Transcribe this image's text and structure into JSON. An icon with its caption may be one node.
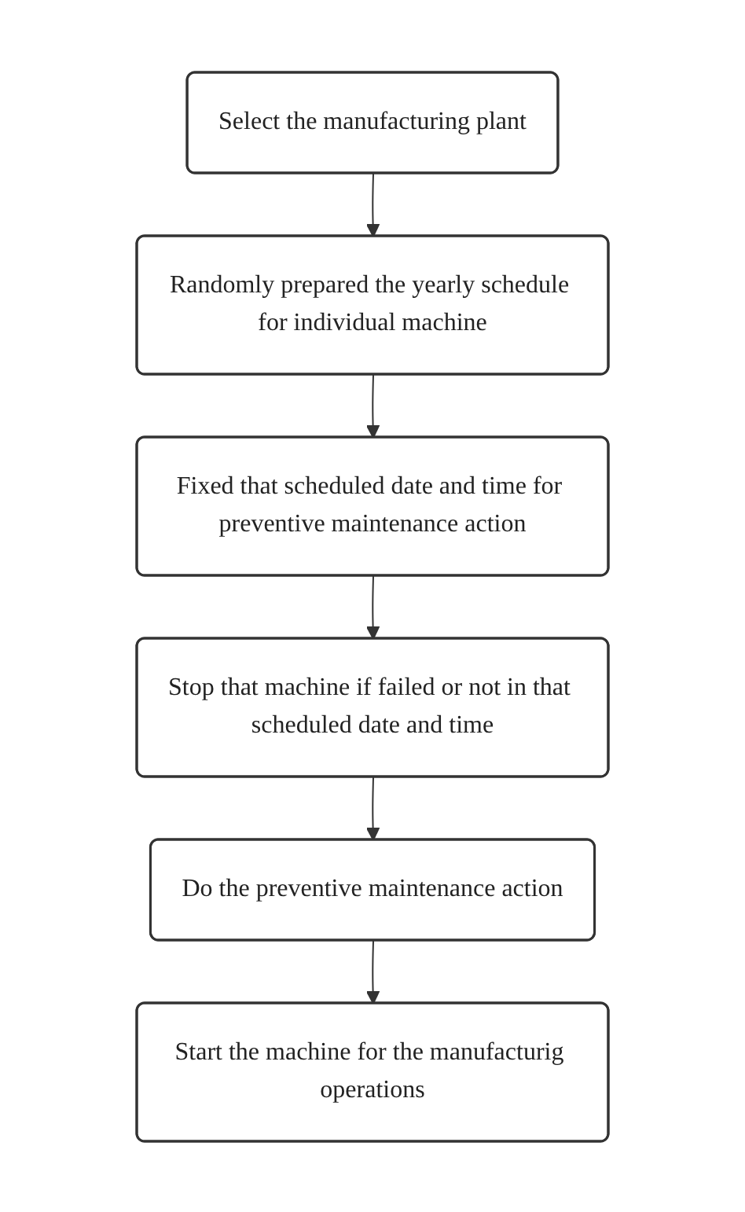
{
  "diagram": {
    "nodes": [
      {
        "text": [
          "Select the manufacturing plant"
        ]
      },
      {
        "text": [
          "Randomly prepared the yearly schedule for individual machine"
        ]
      },
      {
        "text": [
          "Fixed that scheduled date and time for preventive maintenance action"
        ]
      },
      {
        "text": [
          "Stop that machine if failed or not in that scheduled date and time"
        ]
      },
      {
        "text": [
          "Do the preventive maintenance action"
        ]
      },
      {
        "text": [
          "Start the machine for the manufacturig operations"
        ]
      }
    ],
    "edges": [
      {
        "from": 0,
        "to": 1,
        "arrow": "to"
      },
      {
        "from": 1,
        "to": 2,
        "arrow": "to"
      },
      {
        "from": 2,
        "to": 3,
        "arrow": "to"
      },
      {
        "from": 3,
        "to": 4,
        "arrow": "to"
      },
      {
        "from": 4,
        "to": 5,
        "arrow": "to"
      }
    ]
  }
}
